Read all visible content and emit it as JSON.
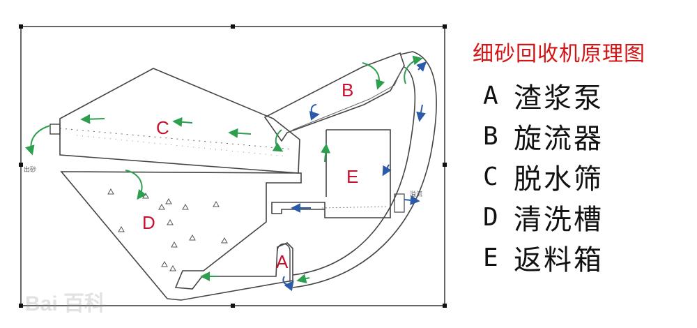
{
  "title": "细砂回收机原理图",
  "regions": {
    "A": "A",
    "B": "B",
    "C": "C",
    "D": "D",
    "E": "E"
  },
  "legend": [
    {
      "key": "A",
      "name": "渣浆泵"
    },
    {
      "key": "B",
      "name": "旋流器"
    },
    {
      "key": "C",
      "name": "脱水筛"
    },
    {
      "key": "D",
      "name": "清洗槽"
    },
    {
      "key": "E",
      "name": "返料箱"
    }
  ],
  "small_labels": {
    "left_outlet": "出砂",
    "right_outlet": "溢流"
  },
  "watermark": "Bai 百科",
  "colors": {
    "title": "#d41414",
    "region_label": "#c8102e",
    "arrow_green": "#2e9e4f",
    "arrow_blue": "#2b5aa8",
    "outline": "#444444"
  }
}
